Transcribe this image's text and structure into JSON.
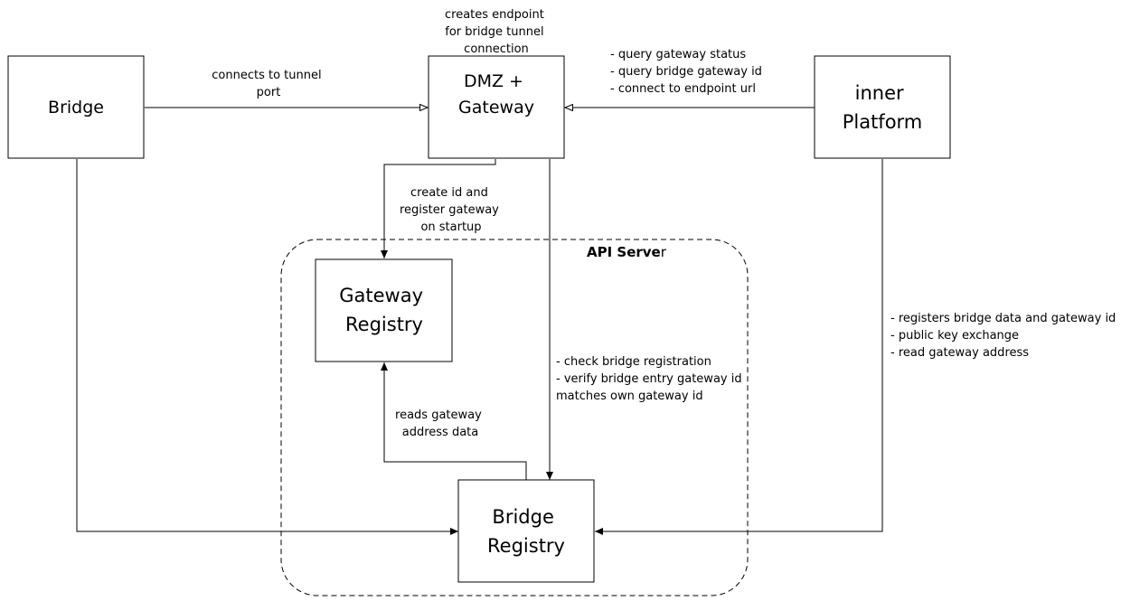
{
  "group": {
    "api_server_bold": "API Serve",
    "api_server_tail": "r"
  },
  "nodes": {
    "bridge": [
      "Bridge"
    ],
    "dmz_gateway": [
      "DMZ +",
      "Gateway"
    ],
    "inner_platform": [
      "inner",
      "Platform"
    ],
    "gateway_registry": [
      "Gateway",
      "Registry"
    ],
    "bridge_registry": [
      "Bridge",
      "Registry"
    ]
  },
  "edges": {
    "bridge_to_dmz": [
      "connects to tunnel",
      "port"
    ],
    "dmz_endpoint": [
      "creates endpoint",
      "for bridge tunnel",
      "connection"
    ],
    "platform_to_dmz": [
      "- query gateway status",
      "- query bridge gateway id",
      "- connect to endpoint url"
    ],
    "dmz_to_gateway_registry": [
      "create id and",
      "register gateway",
      "on startup"
    ],
    "dmz_to_bridge_registry": [
      "- check bridge registration",
      "- verify bridge entry gateway id",
      "matches own gateway id"
    ],
    "bridge_registry_to_gateway_registry": [
      "reads gateway",
      "address data"
    ],
    "platform_to_bridge_registry": [
      "- registers bridge data and gateway id",
      "- public key exchange",
      "- read gateway address"
    ]
  }
}
